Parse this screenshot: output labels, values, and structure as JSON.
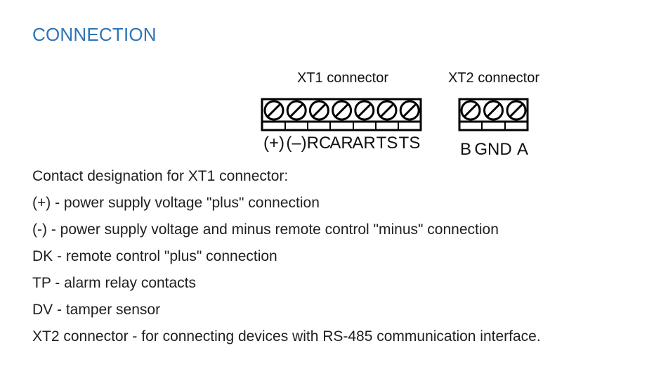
{
  "title": "CONNECTION",
  "diagram": {
    "xt1_title": "XT1 connector",
    "xt2_title": "XT2 connector",
    "xt1_pins": [
      "(+)",
      "(–)",
      "RC",
      "AR",
      "AR",
      "TS",
      "TS"
    ],
    "xt2_pins": [
      "B",
      "GND",
      "A"
    ]
  },
  "body": {
    "lines": [
      "Contact designation for XT1 connector:",
      "(+) -  power supply voltage \"plus\" connection",
      "(-) - power supply voltage and minus remote control \"minus\" connection",
      "DK - remote control \"plus\" connection",
      "TP - alarm relay contacts",
      "DV - tamper sensor",
      "XT2 connector - for connecting devices with RS-485 communication interface."
    ]
  }
}
